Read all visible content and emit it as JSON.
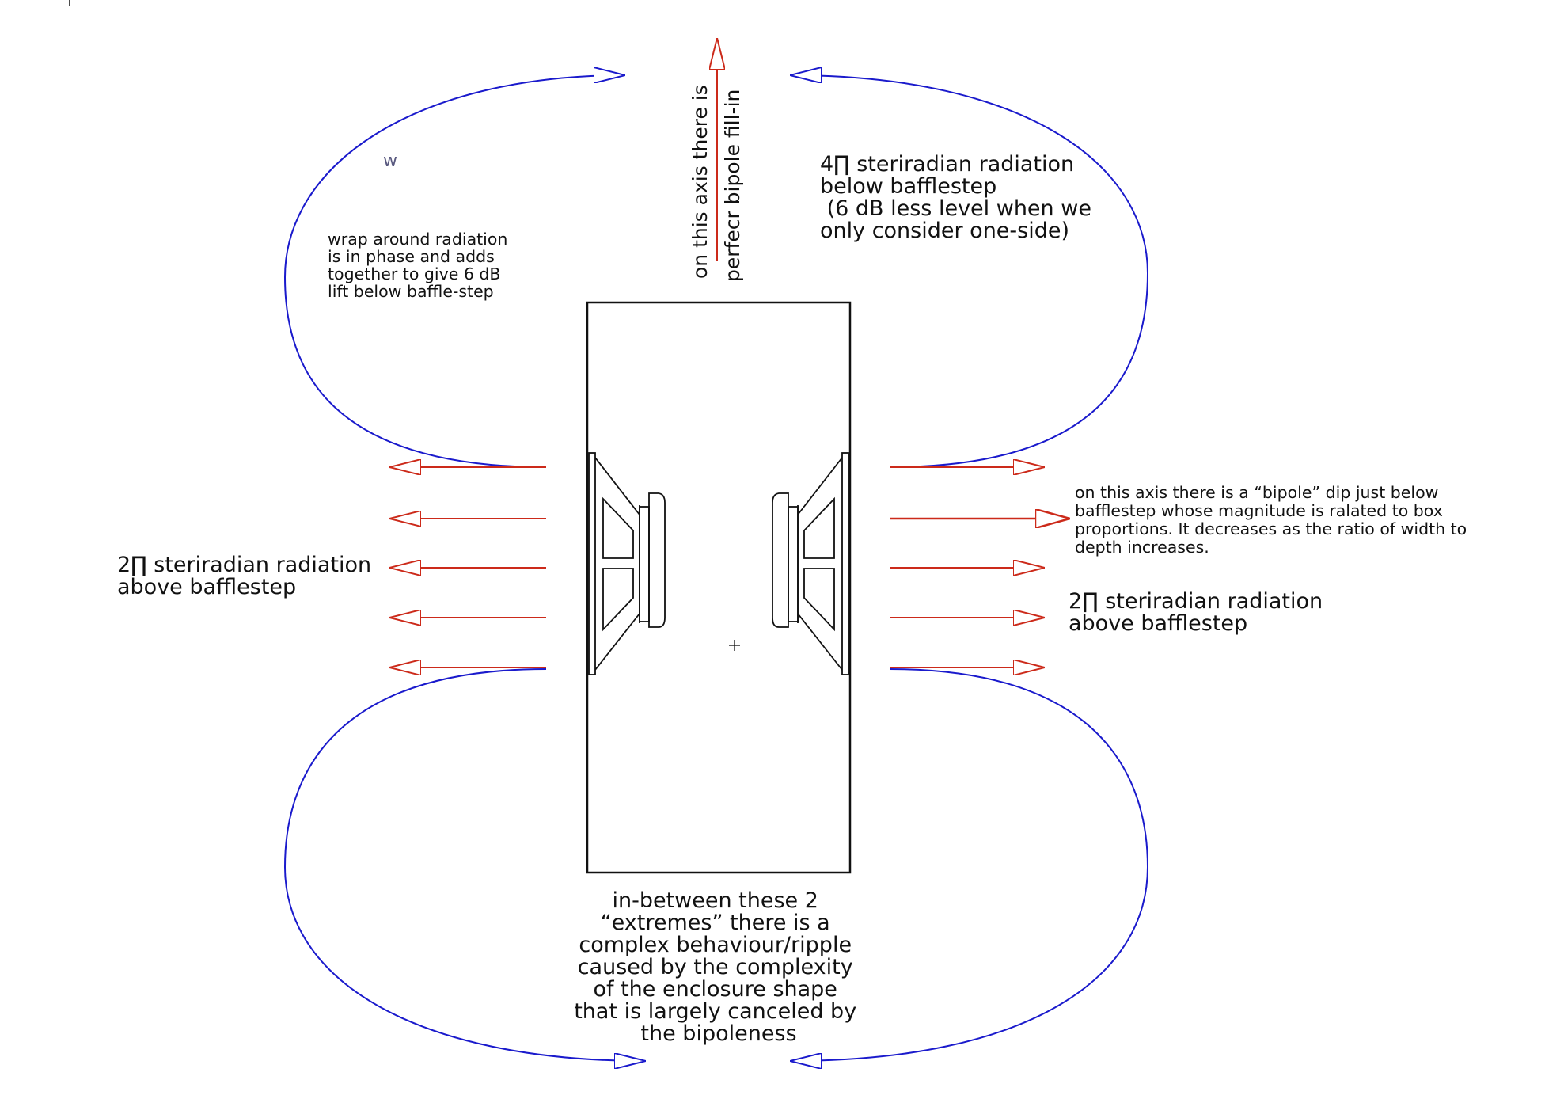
{
  "colors": {
    "loop": "#1a1acc",
    "arrow": "#cc2a1a",
    "box": "#111111",
    "text": "#111111"
  },
  "labels": {
    "stray_w": "w",
    "wrap_around": [
      "wrap around radiation",
      "is in phase and adds",
      "together to give 6 dB",
      "lift below baffle-step"
    ],
    "four_pi": [
      "4∏  steriradian radiation",
      "below bafflestep",
      " (6 dB less level when we",
      "only consider one-side)"
    ],
    "axis_vertical": [
      "on this axis there is",
      "perfecr bipole fill-in"
    ],
    "two_pi_left": [
      "2∏  steriradian radiation",
      "above bafflestep"
    ],
    "two_pi_right": [
      "2∏  steriradian radiation",
      "above bafflestep"
    ],
    "bipole_dip": [
      "on this axis there is a “bipole” dip just below",
      "bafflestep whose magnitude is ralated to box",
      "proportions. It decreases as the ratio of width to",
      "depth increases."
    ],
    "in_between": [
      "in-between these 2",
      "“extremes” there is a",
      "complex behaviour/ripple",
      "caused by the complexity",
      "of the enclosure shape",
      "that is largely canceled by",
      "the bipoleness"
    ]
  }
}
